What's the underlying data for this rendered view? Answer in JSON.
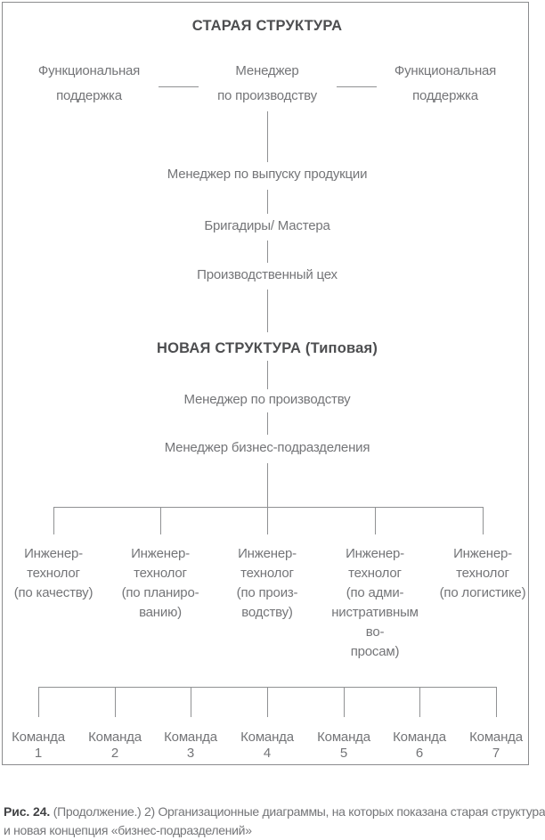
{
  "old_structure": {
    "title": "СТАРАЯ СТРУКТУРА",
    "functional_left": "Функциональная\nподдержка",
    "manager": "Менеджер\nпо производству",
    "functional_right": "Функциональная\nподдержка",
    "chain": [
      "Менеджер по выпуску продукции",
      "Бригадиры/ Мастера",
      "Производственный цех"
    ]
  },
  "new_structure": {
    "title": "НОВАЯ СТРУКТУРА (Типовая)",
    "manager": "Менеджер по производству",
    "business_unit_manager": "Менеджер бизнес-подразделения",
    "engineers": [
      "Инженер-\nтехнолог\n(по качеству)",
      "Инженер-\nтехнолог\n(по планиро-\nванию)",
      "Инженер-\nтехнолог\n(по произ-\nводству)",
      "Инженер-\nтехнолог\n(по адми-\nнистративным во-\nпросам)",
      "Инженер-\nтехнолог\n(по логистике)"
    ],
    "teams": [
      "Команда\n1",
      "Команда\n2",
      "Команда\n3",
      "Команда\n4",
      "Команда\n5",
      "Команда\n6",
      "Команда\n7"
    ]
  },
  "caption": {
    "figure_label": "Рис. 24.",
    "line1": "(Продолжение.) 2) Организационные диаграммы, на которых показана старая структура",
    "line2": "и новая концепция «бизнес-подразделений»"
  },
  "colors": {
    "text": "#747578",
    "bold_text": "#4d4e50",
    "line": "#909193",
    "border": "#8b8c8e"
  }
}
